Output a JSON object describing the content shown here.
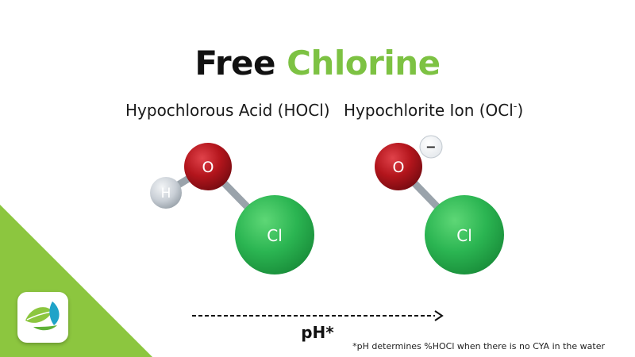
{
  "title": {
    "word1": "Free",
    "word2": "Chlorine",
    "word1_color": "#111111",
    "word2_color": "#7dc243"
  },
  "molecules": {
    "left": {
      "name": "Hypochlorous Acid (HOCl)",
      "atoms": {
        "oxygen": "O",
        "hydrogen": "H",
        "chlorine": "Cl"
      }
    },
    "right": {
      "name_base": "Hypochlorite Ion (OCl",
      "name_charge": "-",
      "name_close": ")",
      "atoms": {
        "oxygen": "O",
        "chlorine": "Cl"
      },
      "charge_badge": "−"
    }
  },
  "axis": {
    "label": "pH*",
    "direction": "left-to-right"
  },
  "footnote": "*pH determines %HOCl when there is no CYA in the water",
  "colors": {
    "oxygen": "#b3151c",
    "chlorine": "#2bb552",
    "hydrogen": "#c9cfd6",
    "bond": "#9aa3ab",
    "accent_green": "#8cc63f"
  },
  "icons": {
    "logo": "leaf-logo-icon",
    "charge": "minus-icon"
  }
}
